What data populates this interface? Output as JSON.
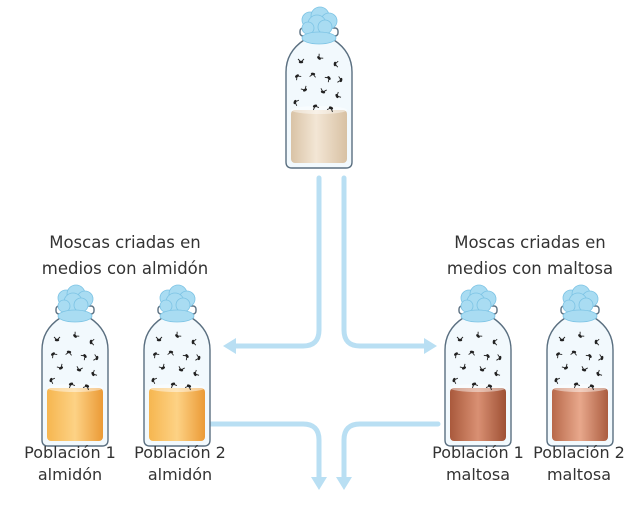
{
  "groups": [
    {
      "title_line1": "Moscas criadas en",
      "title_line2": "medios con almidón",
      "medium_color": "#f5a93c",
      "populations": [
        {
          "line1": "Población 1",
          "line2": "almidón"
        },
        {
          "line1": "Población 2",
          "line2": "almidón"
        }
      ]
    },
    {
      "title_line1": "Moscas criadas en",
      "title_line2": "medios con maltosa",
      "medium_color": "#c0724f",
      "populations": [
        {
          "line1": "Población 1",
          "line2": "maltosa"
        },
        {
          "line1": "Población 2",
          "line2": "maltosa"
        }
      ]
    }
  ],
  "colors": {
    "arrow": "#b9dff3",
    "bottle_glass": "#f2f9fd",
    "bottle_outline": "#5a6f80",
    "cotton_plug": "#a9dcf2",
    "source_medium": "#e9d7c1"
  },
  "icons": [
    "cotton-plug-icon",
    "fly-icon",
    "arrow-icon"
  ]
}
